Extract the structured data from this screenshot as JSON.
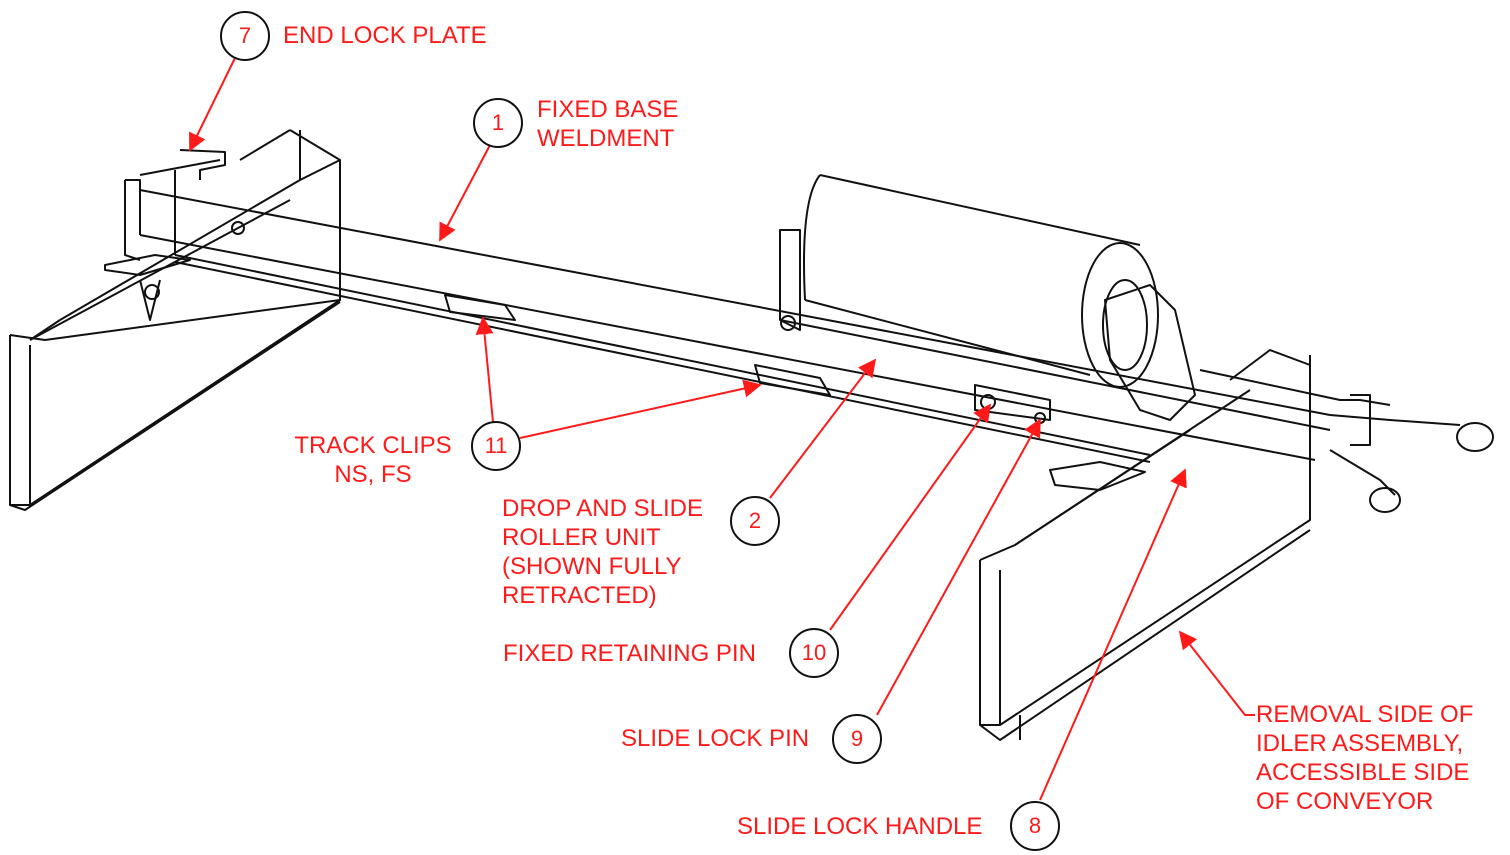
{
  "callouts": [
    {
      "num": "7",
      "lines": [
        "END LOCK PLATE"
      ]
    },
    {
      "num": "1",
      "lines": [
        "FIXED BASE",
        "WELDMENT"
      ]
    },
    {
      "num": "11",
      "lines": [
        "TRACK CLIPS",
        "NS, FS"
      ]
    },
    {
      "num": "2",
      "lines": [
        "DROP AND SLIDE",
        "ROLLER UNIT",
        "(SHOWN FULLY",
        "RETRACTED)"
      ]
    },
    {
      "num": "10",
      "lines": [
        "FIXED RETAINING PIN"
      ]
    },
    {
      "num": "9",
      "lines": [
        "SLIDE LOCK PIN"
      ]
    },
    {
      "num": "8",
      "lines": [
        "SLIDE LOCK HANDLE"
      ]
    }
  ],
  "note": {
    "lines": [
      "REMOVAL SIDE OF",
      "IDLER ASSEMBLY,",
      "ACCESSIBLE SIDE",
      "OF CONVEYOR"
    ]
  },
  "colors": {
    "callout": "#ff1a1a",
    "line_art": "#111111"
  }
}
